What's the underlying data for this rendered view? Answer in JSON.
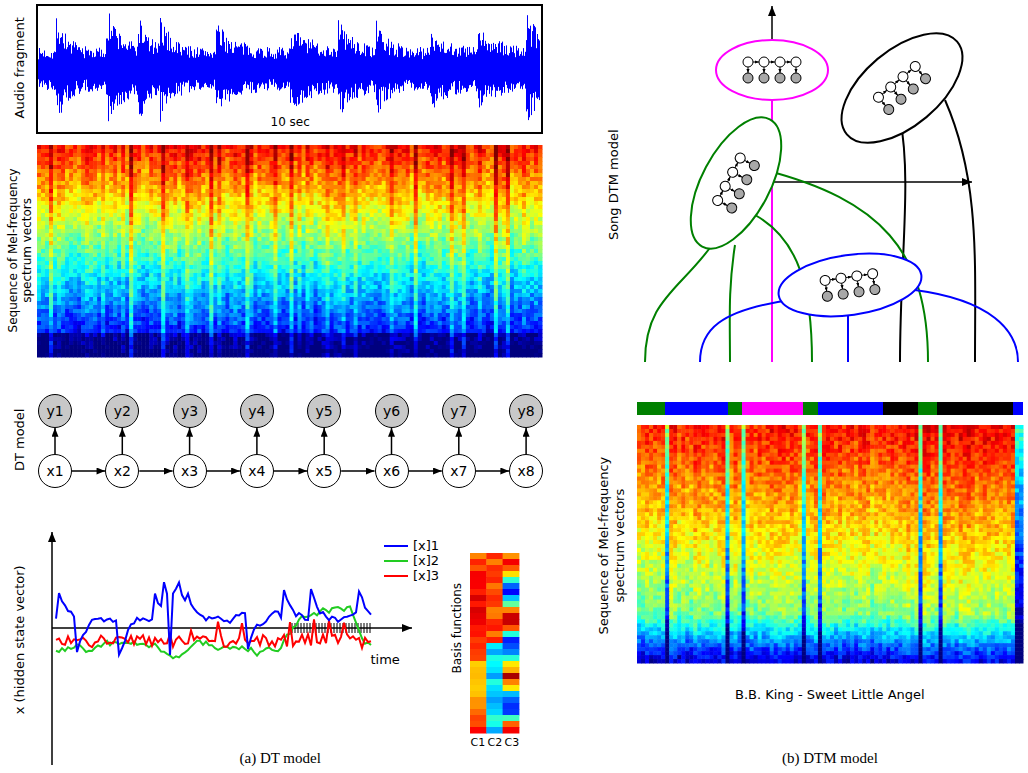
{
  "diagram": {
    "nodes": [
      {
        "text": [
          "y1"
        ]
      },
      {
        "text": [
          "y2"
        ]
      },
      {
        "text": [
          "y3"
        ]
      },
      {
        "text": [
          "y4"
        ]
      },
      {
        "text": [
          "y5"
        ]
      },
      {
        "text": [
          "y6"
        ]
      },
      {
        "text": [
          "y7"
        ]
      },
      {
        "text": [
          "y8"
        ]
      },
      {
        "text": [
          "x1"
        ]
      },
      {
        "text": [
          "x2"
        ]
      },
      {
        "text": [
          "x3"
        ]
      },
      {
        "text": [
          "x4"
        ]
      },
      {
        "text": [
          "x5"
        ]
      },
      {
        "text": [
          "x6"
        ]
      },
      {
        "text": [
          "x7"
        ]
      },
      {
        "text": [
          "x8"
        ]
      }
    ],
    "edges": [
      {
        "from": 8,
        "to": 0,
        "arrow": "to"
      },
      {
        "from": 9,
        "to": 1,
        "arrow": "to"
      },
      {
        "from": 10,
        "to": 2,
        "arrow": "to"
      },
      {
        "from": 11,
        "to": 3,
        "arrow": "to"
      },
      {
        "from": 12,
        "to": 4,
        "arrow": "to"
      },
      {
        "from": 13,
        "to": 5,
        "arrow": "to"
      },
      {
        "from": 14,
        "to": 6,
        "arrow": "to"
      },
      {
        "from": 15,
        "to": 7,
        "arrow": "to"
      },
      {
        "from": 8,
        "to": 9,
        "arrow": "to"
      },
      {
        "from": 9,
        "to": 10,
        "arrow": "to"
      },
      {
        "from": 10,
        "to": 11,
        "arrow": "to"
      },
      {
        "from": 11,
        "to": 12,
        "arrow": "to"
      },
      {
        "from": 12,
        "to": 13,
        "arrow": "to"
      },
      {
        "from": 13,
        "to": 14,
        "arrow": "to"
      },
      {
        "from": 14,
        "to": 15,
        "arrow": "to"
      }
    ],
    "labels": [
      "Audio fragment",
      "10 sec",
      "Sequence of Mel-frequency spectrum vectors",
      "DT model",
      "x (hidden state vector)",
      "time",
      "Basis functions",
      "C1",
      "C2",
      "C3",
      "(a) DT model",
      "Song DTM model",
      "Sequence of Mel-frequency spectrum vectors",
      "B.B. King - Sweet Little Angel",
      "(b) DTM model"
    ],
    "legend": [
      {
        "text": "[x]1"
      },
      {
        "text": "[x]2"
      },
      {
        "text": "[x]3"
      }
    ]
  }
}
